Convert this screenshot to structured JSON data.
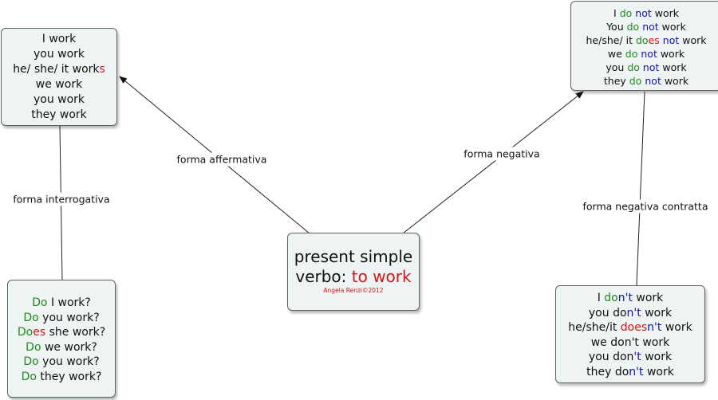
{
  "colors": {
    "verb_auxiliary": "#1f8a1f",
    "negation": "#1414b4",
    "ending": "#d01616",
    "node_fill": "#eef3f3",
    "node_border": "#5f6566"
  },
  "center_node": {
    "title": "present simple",
    "verb_prefix": "verbo: ",
    "verb": "to work",
    "credit": "Angela Renzi©2012"
  },
  "links": {
    "affirmative": "forma affermativa",
    "negative": "forma negativa",
    "interrogative": "forma interrogativa",
    "negative_contracted": "forma negativa contratta"
  },
  "affirmative_node": {
    "lines": [
      [
        {
          "t": "I work"
        }
      ],
      [
        {
          "t": "you work"
        }
      ],
      [
        {
          "t": "he/ she/ it work"
        },
        {
          "t": "s",
          "c": "r"
        }
      ],
      [
        {
          "t": "we work"
        }
      ],
      [
        {
          "t": "you work"
        }
      ],
      [
        {
          "t": "they work"
        }
      ]
    ]
  },
  "negative_node": {
    "lines": [
      [
        {
          "t": "I "
        },
        {
          "t": "do",
          "c": "g"
        },
        {
          "t": " "
        },
        {
          "t": "not",
          "c": "b"
        },
        {
          "t": " work"
        }
      ],
      [
        {
          "t": "You "
        },
        {
          "t": "do",
          "c": "g"
        },
        {
          "t": " "
        },
        {
          "t": "not",
          "c": "b"
        },
        {
          "t": " work"
        }
      ],
      [
        {
          "t": "he/she/ it "
        },
        {
          "t": "do",
          "c": "g"
        },
        {
          "t": "es",
          "c": "r"
        },
        {
          "t": " "
        },
        {
          "t": "not",
          "c": "b"
        },
        {
          "t": " work"
        }
      ],
      [
        {
          "t": "we "
        },
        {
          "t": "do",
          "c": "g"
        },
        {
          "t": " "
        },
        {
          "t": "not",
          "c": "b"
        },
        {
          "t": " work"
        }
      ],
      [
        {
          "t": "you "
        },
        {
          "t": "do",
          "c": "g"
        },
        {
          "t": " "
        },
        {
          "t": "not",
          "c": "b"
        },
        {
          "t": " work"
        }
      ],
      [
        {
          "t": "they "
        },
        {
          "t": "do",
          "c": "g"
        },
        {
          "t": " "
        },
        {
          "t": "not",
          "c": "b"
        },
        {
          "t": " work"
        }
      ]
    ]
  },
  "interrogative_node": {
    "lines": [
      [
        {
          "t": "Do",
          "c": "g"
        },
        {
          "t": " I work?"
        }
      ],
      [
        {
          "t": "Do",
          "c": "g"
        },
        {
          "t": " you work?"
        }
      ],
      [
        {
          "t": "Do",
          "c": "g"
        },
        {
          "t": "es",
          "c": "r"
        },
        {
          "t": " she work?"
        }
      ],
      [
        {
          "t": "Do",
          "c": "g"
        },
        {
          "t": " we work?"
        }
      ],
      [
        {
          "t": "Do",
          "c": "g"
        },
        {
          "t": " you work?"
        }
      ],
      [
        {
          "t": "Do",
          "c": "g"
        },
        {
          "t": " they work?"
        }
      ]
    ]
  },
  "contracted_node": {
    "lines": [
      [
        {
          "t": "I "
        },
        {
          "t": "do",
          "c": "g"
        },
        {
          "t": "n't",
          "c": "b"
        },
        {
          "t": " work"
        }
      ],
      [
        {
          "t": "you do"
        },
        {
          "t": "n't",
          "c": "b"
        },
        {
          "t": " work"
        }
      ],
      [
        {
          "t": "he/she/it "
        },
        {
          "t": "does",
          "c": "r"
        },
        {
          "t": "n't",
          "c": "b"
        },
        {
          "t": " work"
        }
      ],
      [
        {
          "t": "we don't work"
        }
      ],
      [
        {
          "t": "you don"
        },
        {
          "t": "'t",
          "c": "b"
        },
        {
          "t": " work"
        }
      ],
      [
        {
          "t": "they do"
        },
        {
          "t": "n't",
          "c": "b"
        },
        {
          "t": " work"
        }
      ]
    ]
  }
}
